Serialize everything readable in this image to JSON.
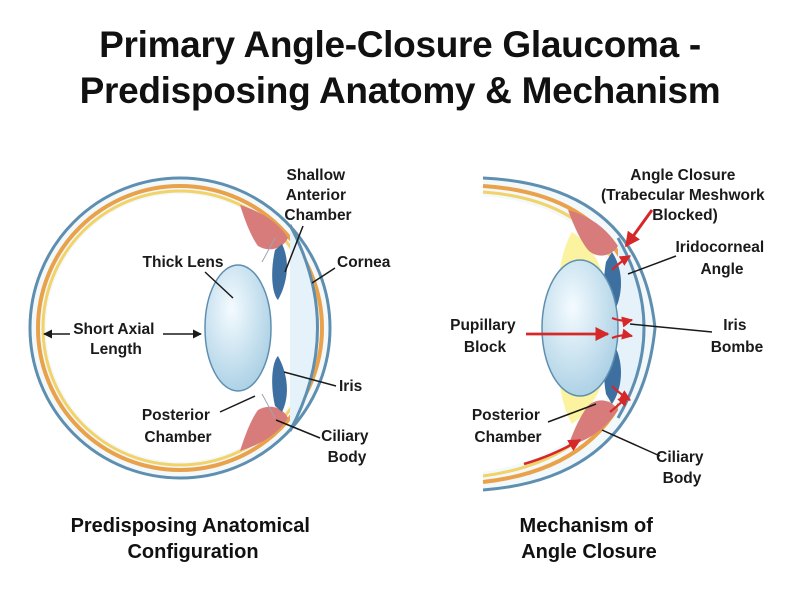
{
  "title": {
    "line1": "Primary Angle-Closure Glaucoma -",
    "line2": "Predisposing Anatomy & Mechanism"
  },
  "left_panel": {
    "labels": {
      "shallow_chamber": [
        "Shallow",
        "Anterior",
        "Chamber"
      ],
      "thick_lens": [
        "Thick Lens"
      ],
      "cornea": [
        "Cornea"
      ],
      "short_axial_length": [
        "Short Axial",
        "Length"
      ],
      "iris": [
        "Iris"
      ],
      "posterior_chamber": [
        "Posterior",
        "Chamber"
      ],
      "ciliary_body": [
        "Ciliary",
        "Body"
      ]
    },
    "caption": [
      "Predisposing Anatomical",
      "Configuration"
    ]
  },
  "right_panel": {
    "labels": {
      "angle_closure": [
        "Angle Closure",
        "(Trabecular Meshwork",
        "Blocked)"
      ],
      "iridocorneal_angle": [
        "Iridocorneal",
        "Angle"
      ],
      "pupillary_block": [
        "Pupillary",
        "Block"
      ],
      "iris_bombe": [
        "Iris",
        "Bombe"
      ],
      "posterior_chamber": [
        "Posterior",
        "Chamber"
      ],
      "ciliary_body": [
        "Ciliary",
        "Body"
      ]
    },
    "caption": [
      "Mechanism of",
      "Angle Closure"
    ]
  },
  "colors": {
    "sclera_outline": "#5f8fb0",
    "choroid": "#e9a24a",
    "retina": "#f1d36a",
    "ciliary_body": "#d77c7a",
    "iris": "#3d6fa0",
    "lens": "#cfe6f2",
    "cornea": "#e6f2fa",
    "aqueous": "#fbf3a0",
    "arrow_red": "#d62828"
  }
}
